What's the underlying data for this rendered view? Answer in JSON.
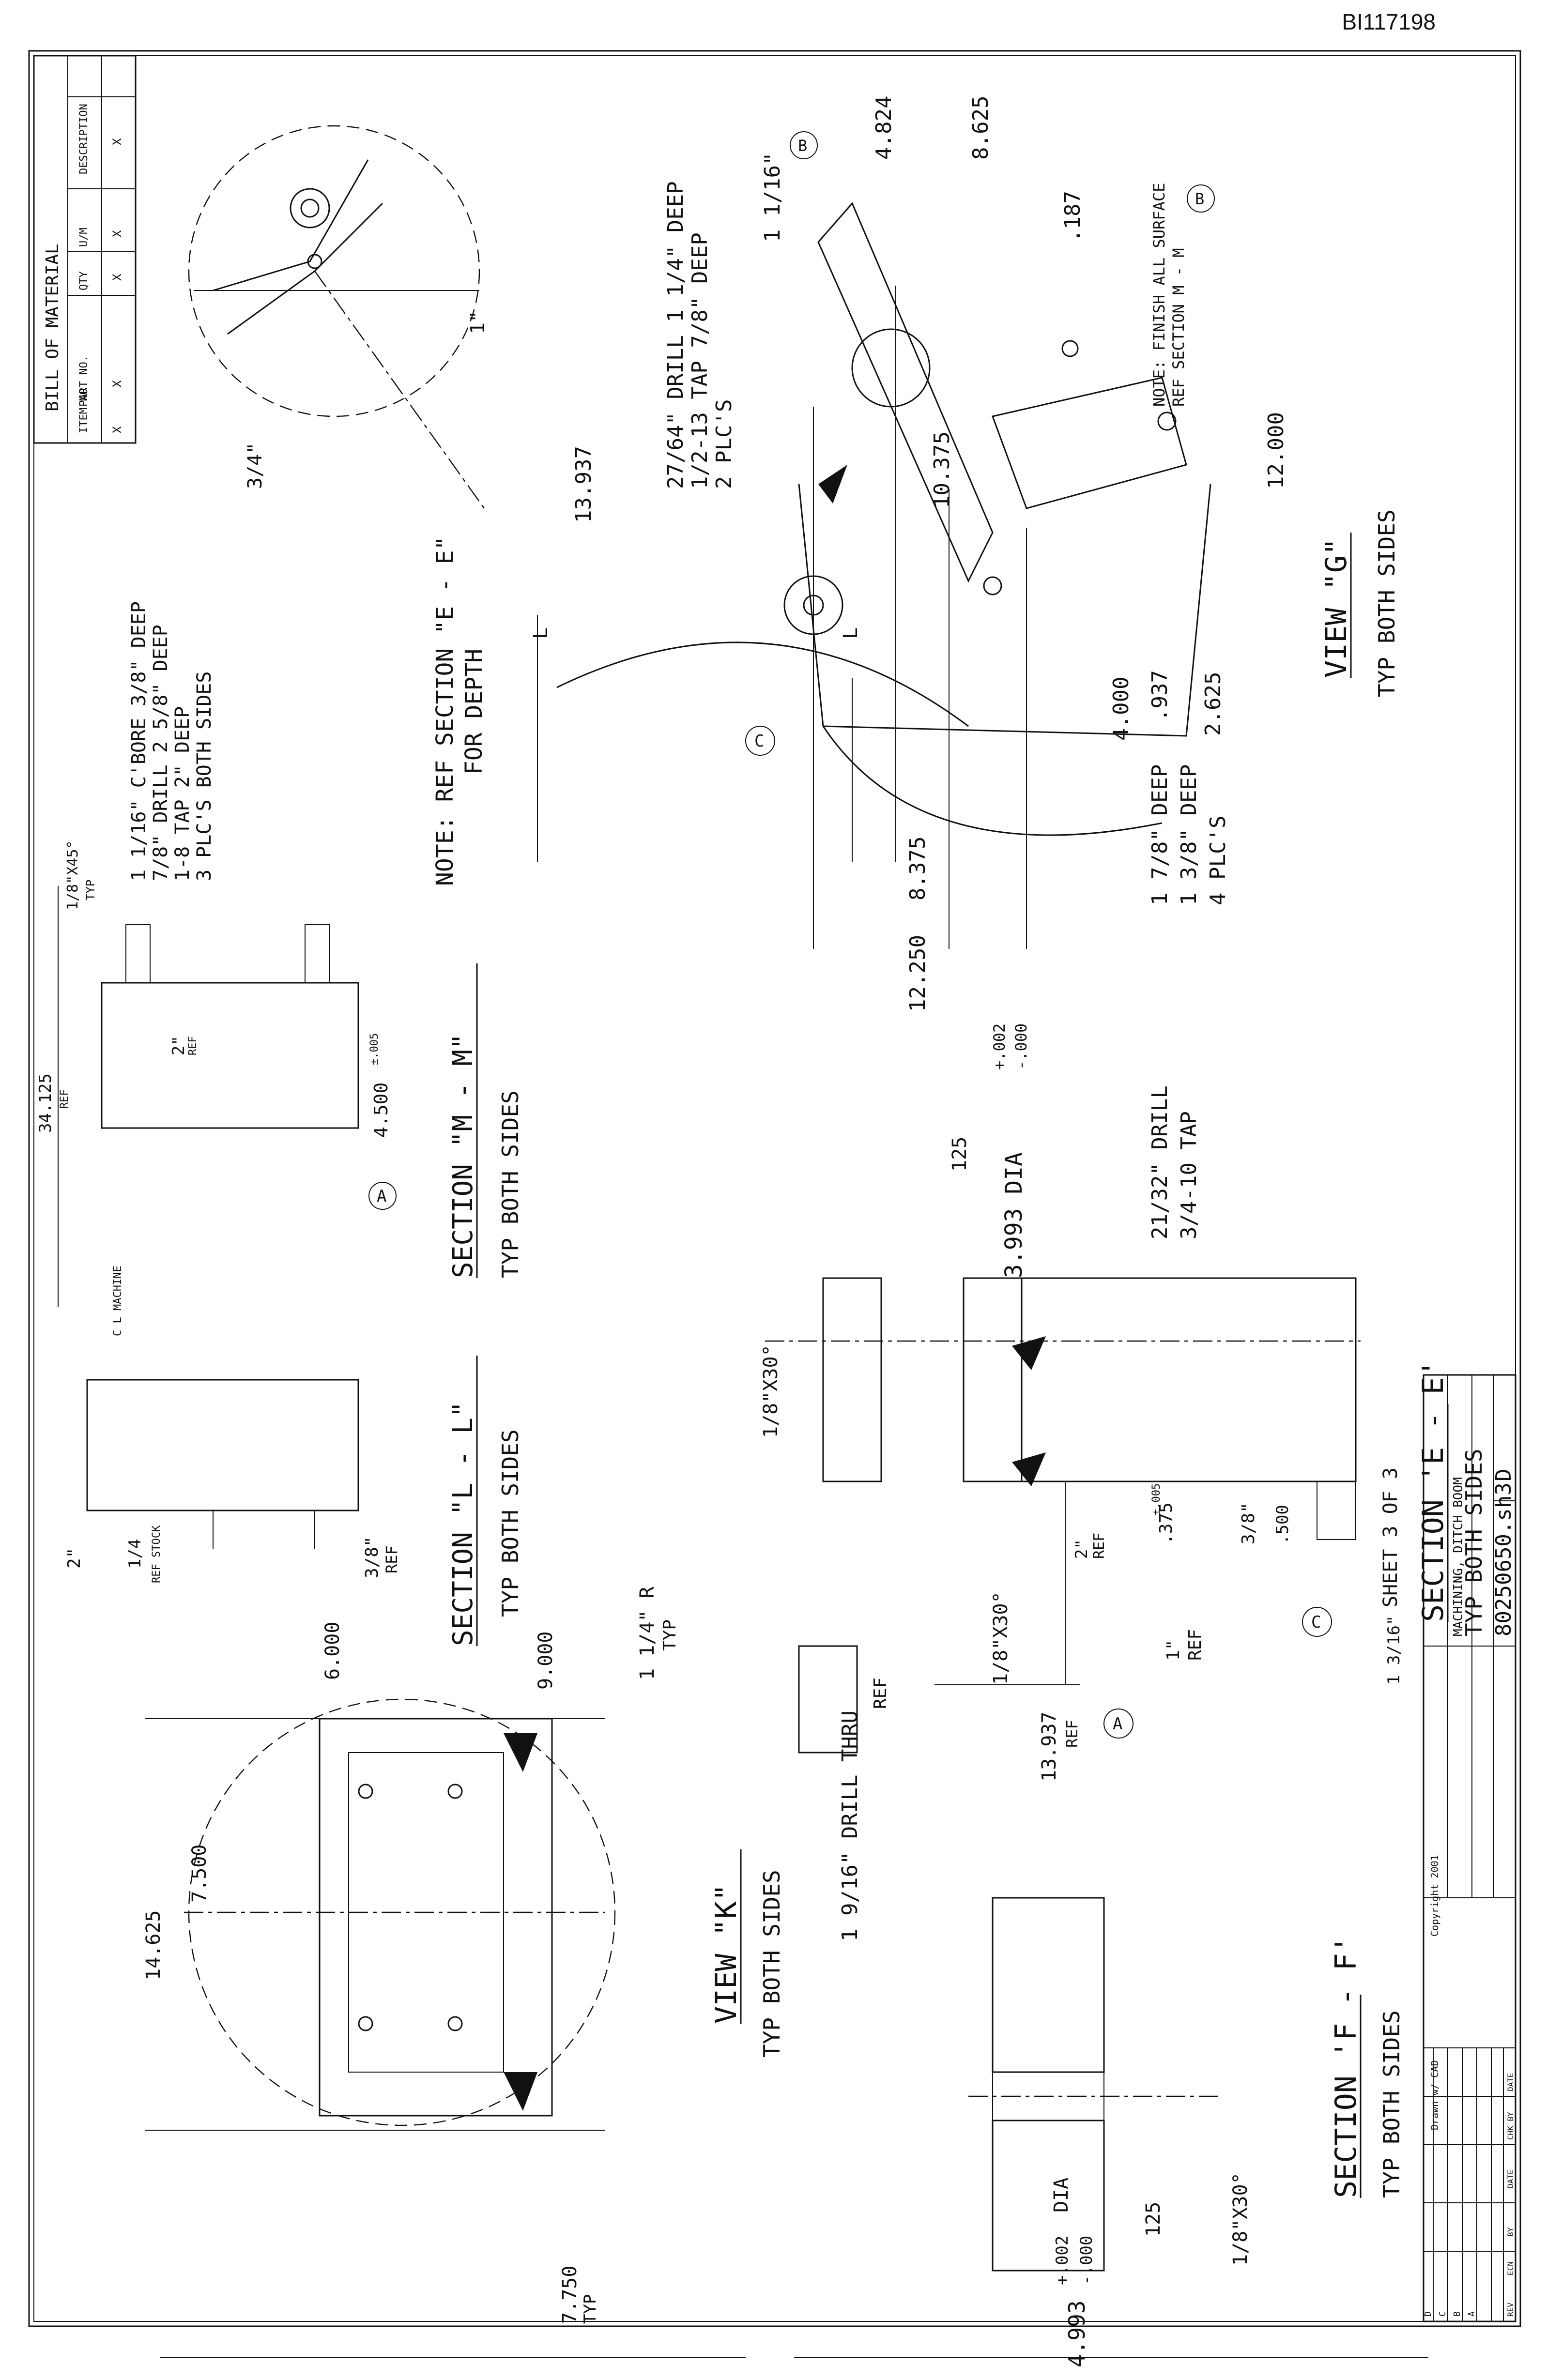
{
  "document_id": "BI117198",
  "bom": {
    "title": "BILL OF MATERIAL",
    "headers": [
      "ITEM NO",
      "PART NO.",
      "QTY",
      "U/M",
      "DESCRIPTION"
    ],
    "row": [
      "X",
      "X",
      "X",
      "X",
      "X"
    ]
  },
  "sheet": "SHEET 3 OF 3",
  "title_block": {
    "title": "MACHINING, DITCH BOOM",
    "dwg_no": "80250650.sh3",
    "rev": "D",
    "copyright": "Copyright 2001",
    "drawn_note": "Drawn w/ CAD",
    "rev_col_headers": [
      "REV",
      "ECN",
      "BY",
      "DATE",
      "CHK BY",
      "DATE"
    ],
    "rev_rows": [
      "D",
      "C",
      "B",
      "A"
    ]
  },
  "view_k": {
    "title": "VIEW \"K\"",
    "subtitle": "TYP BOTH SIDES",
    "dims": [
      "14.625",
      "7.500",
      "6.000",
      "9.000",
      "1 1/4\" R",
      "TYP",
      "7.750",
      "TYP"
    ]
  },
  "section_l": {
    "title": "SECTION \"L - L\"",
    "subtitle": "TYP BOTH SIDES",
    "dims": [
      "2\"",
      "1/4",
      "REF STOCK",
      "3/8\"",
      "REF"
    ]
  },
  "section_m": {
    "title": "SECTION \"M - M\"",
    "subtitle": "TYP BOTH SIDES",
    "dims": [
      "34.125",
      "REF",
      "C L MACHINE",
      "1/8\"X45°",
      "TYP",
      "2\"",
      "REF",
      "4.500",
      "±.005",
      "A"
    ],
    "note": [
      "1 1/16\" C'BORE 3/8\" DEEP",
      "7/8\" DRILL 2 5/8\" DEEP",
      "1-8 TAP 2\" DEEP",
      "3 PLC'S BOTH SIDES"
    ]
  },
  "note_depth": [
    "NOTE: REF SECTION \"E - E\"",
    "FOR DEPTH"
  ],
  "detail_circle": {
    "dims": [
      "3/4\"",
      "1\""
    ]
  },
  "view_g": {
    "title": "VIEW \"G\"",
    "subtitle": "TYP BOTH SIDES",
    "dims": [
      "13.937",
      "12.250",
      "8.375",
      "10.375",
      "4.000",
      ".937",
      "2.625",
      "12.000",
      "8.625",
      "4.824",
      "1 1/16\"",
      ".187",
      "L",
      "C"
    ],
    "note_drill_top": [
      "27/64\" DRILL 1 1/4\" DEEP",
      "1/2-13 TAP 7/8\" DEEP",
      "2 PLC'S"
    ],
    "note_finish": [
      "NOTE: FINISH ALL SURFACE",
      "REF SECTION M - M"
    ],
    "note_drill_bottom": [
      "1 7/8\" DEEP",
      "1 3/8\" DEEP",
      "4 PLC'S"
    ],
    "callout": "B"
  },
  "section_e": {
    "title": "SECTION 'E - E'",
    "subtitle": "TYP BOTH SIDES",
    "dims": [
      "1/8\"X30°",
      "125",
      "3.993 DIA",
      "+.002",
      "-.000",
      "1 9/16\" DRILL THRU",
      "REF",
      "1/8\"X30°",
      "2\"",
      "REF",
      ".375",
      "±.005",
      "3/8\"",
      ".500",
      "1\"",
      "REF",
      "13.937",
      "REF",
      "1 3/16\""
    ],
    "note": [
      "21/32\" DRILL",
      "3/4-10 TAP"
    ]
  },
  "section_f": {
    "title": "SECTION 'F - F'",
    "subtitle": "TYP BOTH SIDES",
    "dims": [
      "4.993",
      "+.002",
      "-.000",
      "DIA",
      "125",
      "1/8\"X30°"
    ]
  }
}
